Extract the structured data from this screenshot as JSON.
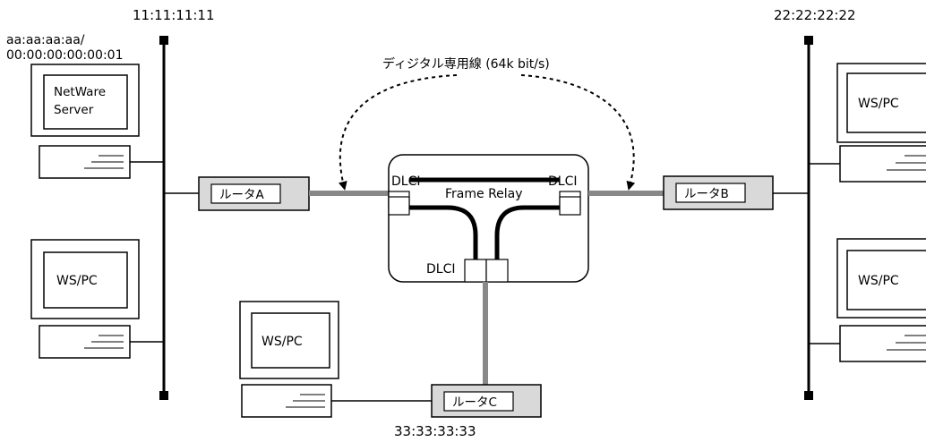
{
  "colors": {
    "line": "#000000",
    "link": "#888888",
    "router_fill": "#d9d9d9",
    "background": "#ffffff"
  },
  "addresses": {
    "left_segment": "11:11:11:11",
    "right_segment": "22:22:22:22",
    "bottom_segment": "33:33:33:33",
    "server_mac_line1": "aa:aa:aa:aa/",
    "server_mac_line2": "00:00:00:00:00:01"
  },
  "network": {
    "leased_line_label": "ディジタル専用線 (64k bit/s)",
    "frame_relay_label": "Frame Relay",
    "dlci_left": "DLCI",
    "dlci_right": "DLCI",
    "dlci_bottom": "DLCI"
  },
  "routers": {
    "a": "ルータA",
    "b": "ルータB",
    "c": "ルータC"
  },
  "hosts": {
    "server_line1": "NetWare",
    "server_line2": "Server",
    "left_ws": "WS/PC",
    "bottom_ws": "WS/PC",
    "right_top_ws": "WS/PC",
    "right_bottom_ws": "WS/PC"
  }
}
